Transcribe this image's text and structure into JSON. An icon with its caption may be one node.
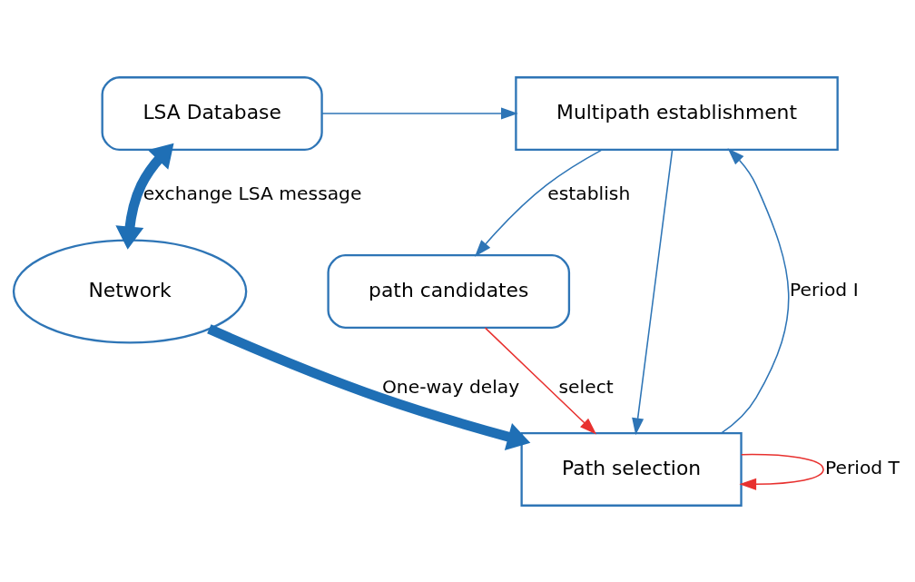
{
  "diagram": {
    "nodes": [
      {
        "text": [
          "LSA Database"
        ]
      },
      {
        "text": [
          "Multipath establishment"
        ]
      },
      {
        "text": [
          "path candidates"
        ]
      },
      {
        "text": [
          "Network"
        ]
      },
      {
        "text": [
          "Path selection"
        ]
      }
    ],
    "edges": [
      {
        "from": 4,
        "to": 1,
        "arrow": "to",
        "label": "Period I"
      },
      {
        "from": 0,
        "to": 1,
        "arrow": "to"
      },
      {
        "from": 1,
        "to": 2,
        "arrow": "to",
        "label": "establish"
      },
      {
        "from": 1,
        "to": 4,
        "arrow": "to"
      },
      {
        "from": 4,
        "to": 4,
        "arrow": "to",
        "label": "Period T",
        "color": "#e8312f"
      },
      {
        "from": 2,
        "to": 4,
        "arrow": "to",
        "label": "select",
        "color": "#e8312f"
      },
      {
        "from": 0,
        "to": 3,
        "arrow": "both",
        "style": "thick",
        "label": "exchange LSA message"
      },
      {
        "from": 3,
        "to": 4,
        "arrow": "to",
        "style": "thick",
        "label": "One-way delay"
      }
    ]
  }
}
